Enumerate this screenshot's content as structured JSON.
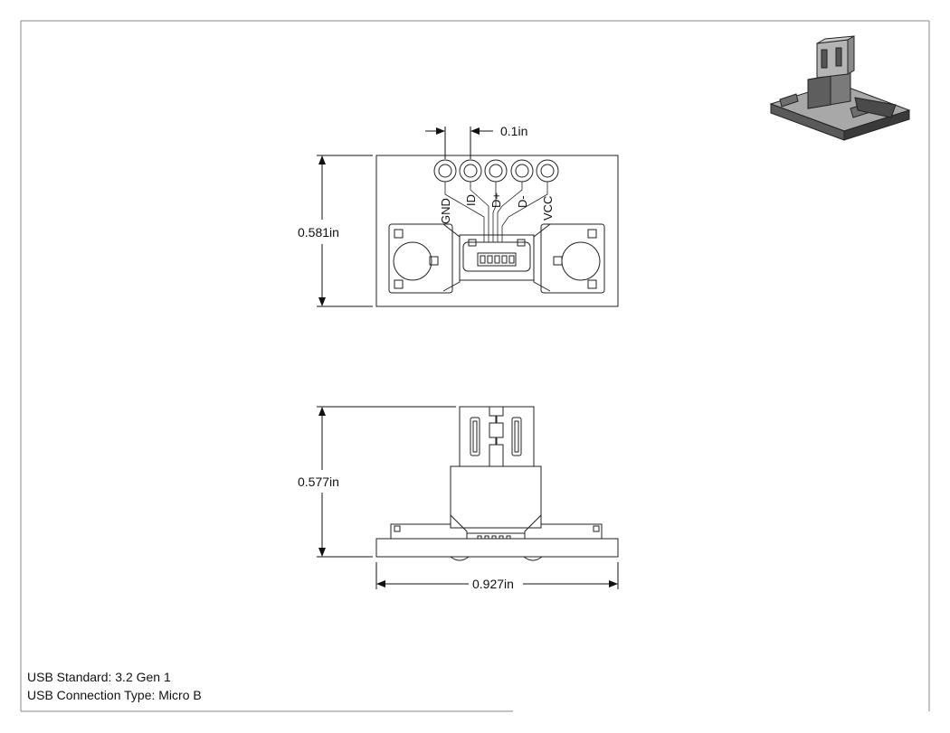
{
  "dimensions": {
    "pitch": "0.1in",
    "top_height": "0.581in",
    "side_height": "0.577in",
    "width": "0.927in"
  },
  "pins": [
    "GND",
    "ID",
    "D+",
    "D-",
    "VCC"
  ],
  "notes": {
    "usb_standard": "USB Standard: 3.2 Gen 1",
    "connection_type": "USB Connection Type: Micro B"
  }
}
